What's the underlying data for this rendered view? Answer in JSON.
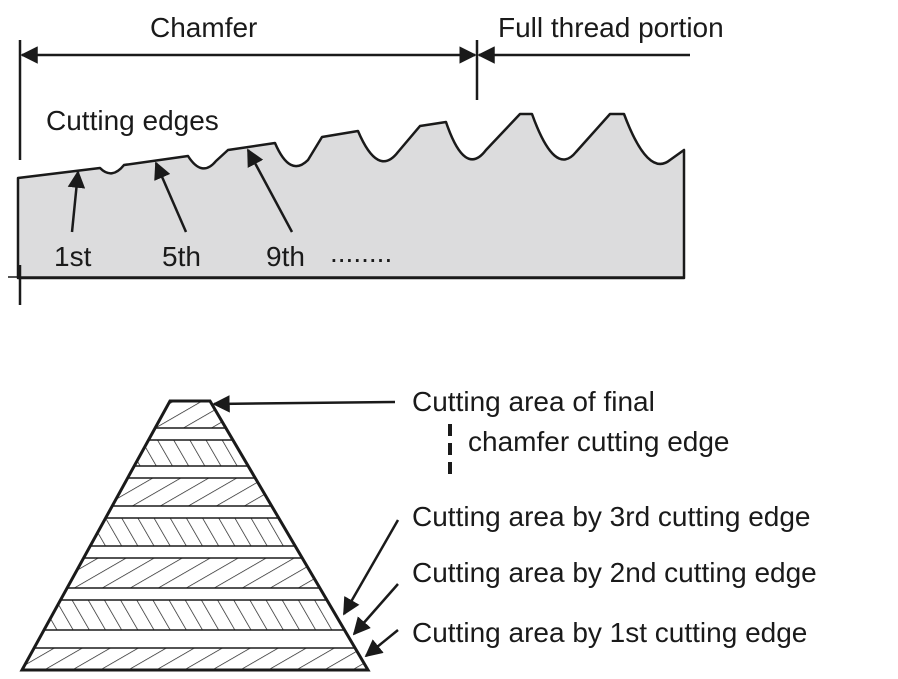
{
  "top_diagram": {
    "chamfer_label": "Chamfer",
    "full_thread_label": "Full thread portion",
    "cutting_edges_label": "Cutting edges",
    "edge_labels": [
      "1st",
      "5th",
      "9th"
    ],
    "ellipsis": "........",
    "colors": {
      "body_fill": "#dcdcdd",
      "line": "#1a1a1a"
    }
  },
  "bottom_diagram": {
    "final_label_line1": "Cutting area of final",
    "final_label_line2": "chamfer cutting edge",
    "area_3rd": "Cutting area by 3rd cutting edge",
    "area_2nd": "Cutting area by 2nd cutting edge",
    "area_1st": "Cutting area by 1st cutting edge"
  }
}
